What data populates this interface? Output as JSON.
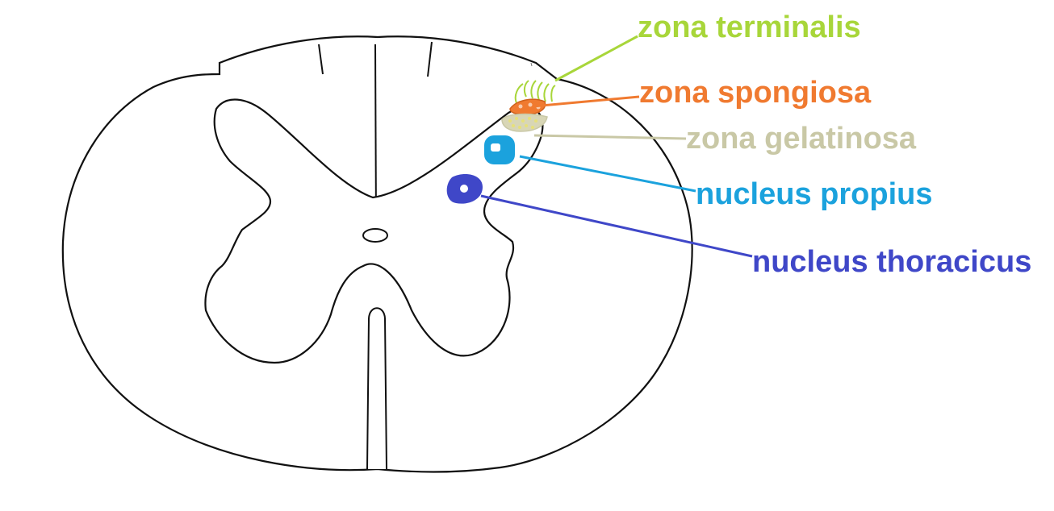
{
  "labels": {
    "zona_terminalis": "zona terminalis",
    "zona_spongiosa": "zona spongiosa",
    "zona_gelatinosa": "zona gelatinosa",
    "nucleus_propius": "nucleus propius",
    "nucleus_thoracicus": "nucleus thoracicus"
  },
  "colors": {
    "zona_terminalis": "#a8d63a",
    "zona_spongiosa": "#f07a30",
    "zona_gelatinosa": "#c9c8a6",
    "nucleus_propius": "#1ba2dd",
    "nucleus_thoracicus": "#3f47c8",
    "outline": "#111111"
  }
}
